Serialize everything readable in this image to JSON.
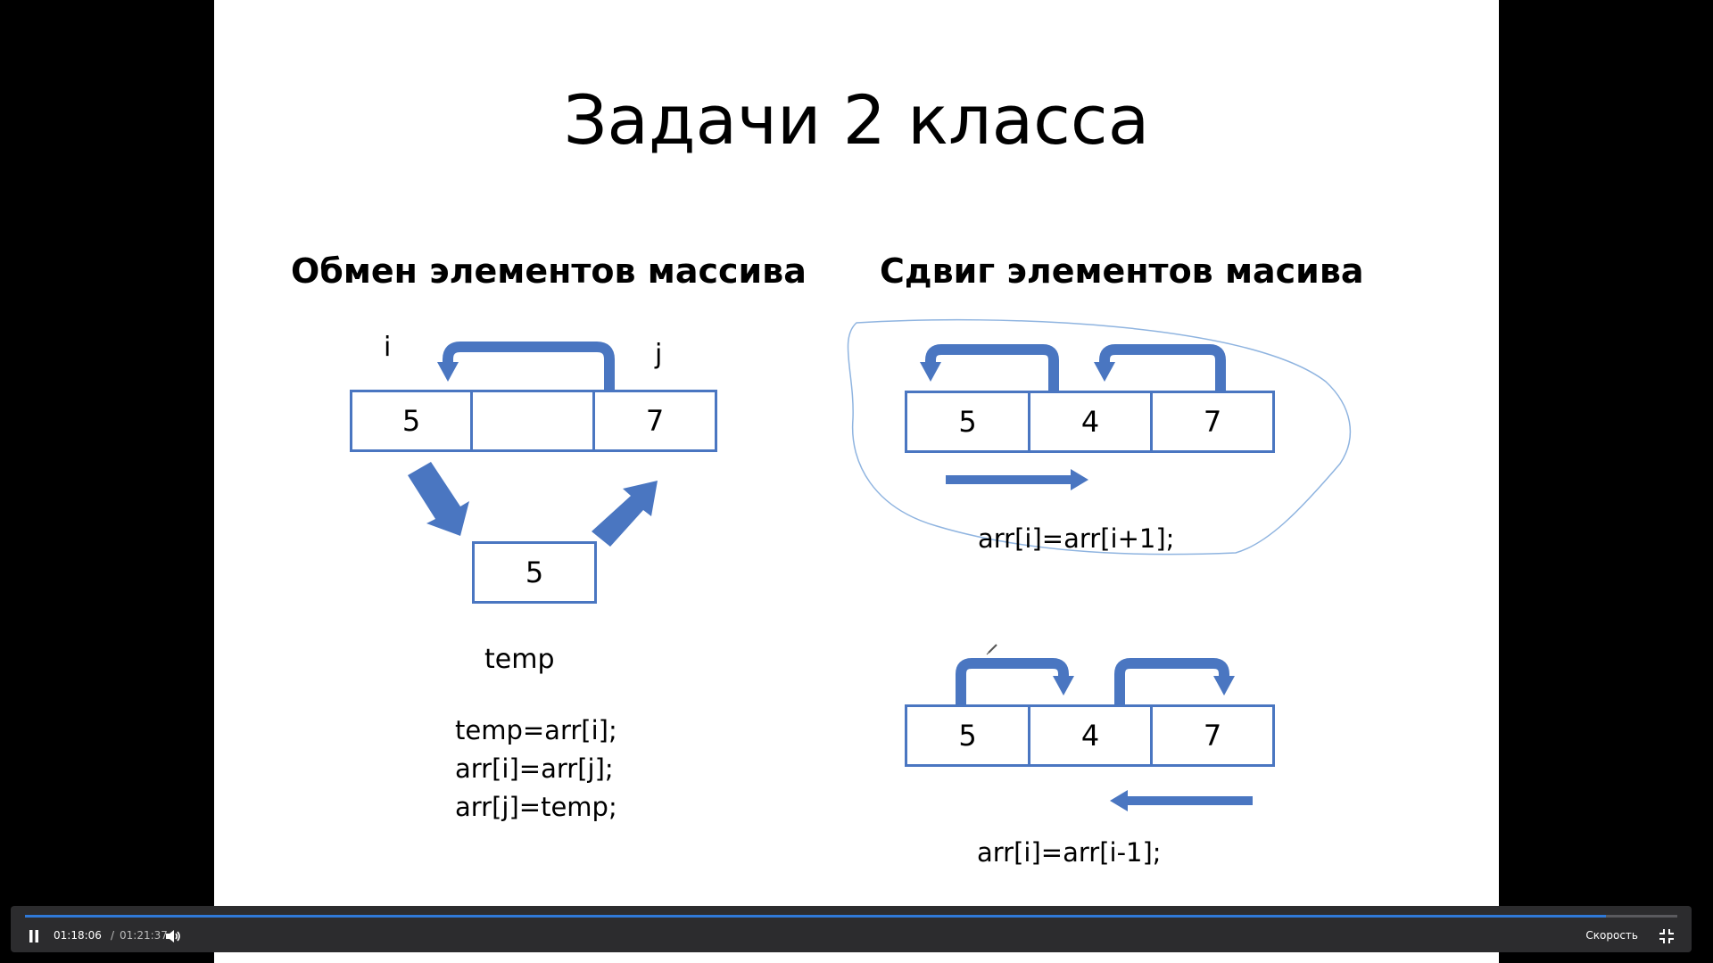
{
  "slide": {
    "title": "Задачи 2 класса",
    "left": {
      "heading": "Обмен элементов массива",
      "label_i": "i",
      "label_j": "j",
      "cells": [
        "5",
        "",
        "7"
      ],
      "temp_cell": "5",
      "temp_label": "temp",
      "code": [
        "temp=arr[i];",
        "arr[i]=arr[j];",
        "arr[j]=temp;"
      ]
    },
    "right": {
      "heading": "Сдвиг элементов масива",
      "top_cells": [
        "5",
        "4",
        "7"
      ],
      "top_code": "arr[i]=arr[i+1];",
      "bottom_cells": [
        "5",
        "4",
        "7"
      ],
      "bottom_code": "arr[i]=arr[i-1];"
    }
  },
  "player": {
    "current_time": "01:18:06",
    "separator": "/",
    "total_time": "01:21:37",
    "progress": 0.957,
    "speed_label": "Скорость"
  },
  "colors": {
    "arrow": "#4a76c1",
    "cell_border": "#4a76c1",
    "annotation": "#8fb4e0",
    "progress": "#2f79d8"
  }
}
